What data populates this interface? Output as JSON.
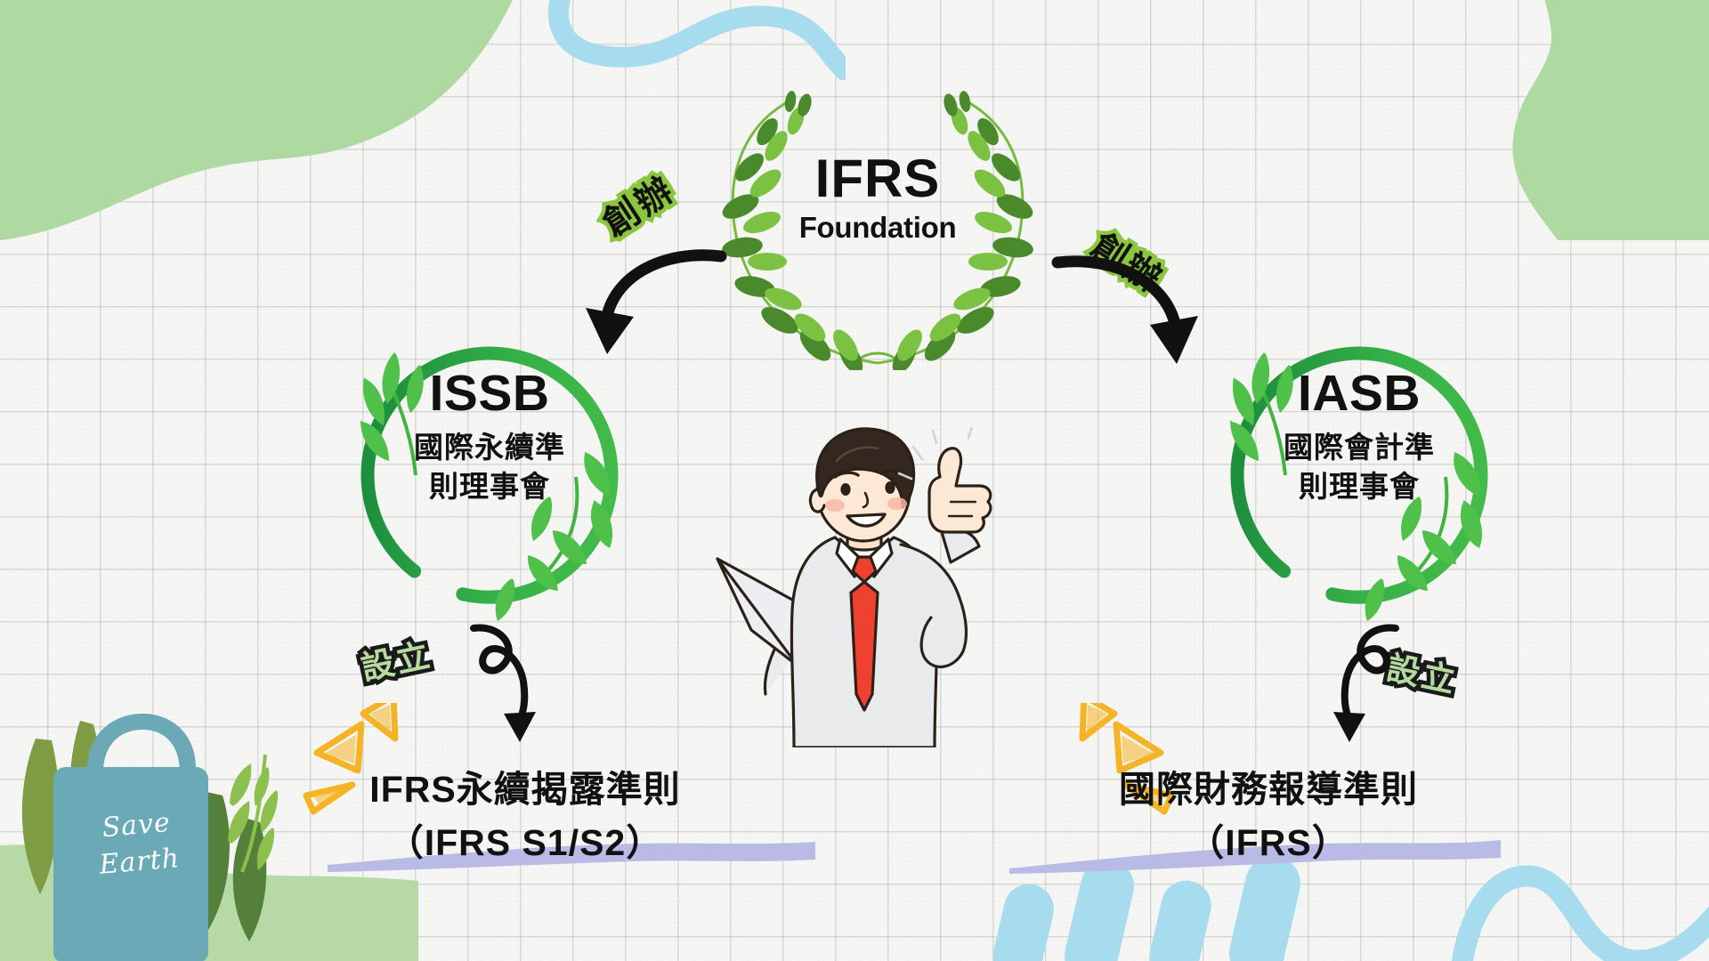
{
  "emblem": {
    "title": "IFRS",
    "subtitle": "Foundation",
    "icon": "laurel-wreath-icon"
  },
  "connectors": {
    "found_left_label": "創辦",
    "found_right_label": "創辦",
    "estab_left_label": "設立",
    "estab_right_label": "設立",
    "arrow_icon": "curved-arrow-icon"
  },
  "orgs": [
    {
      "id": "issb",
      "abbr": "ISSB",
      "name_line1": "國際永續準",
      "name_line2": "則理事會",
      "ring_color": "#2aa745",
      "ring_color_light": "#49bf4b"
    },
    {
      "id": "iasb",
      "abbr": "IASB",
      "name_line1": "國際會計準",
      "name_line2": "則理事會",
      "ring_color": "#2aa745",
      "ring_color_light": "#49bf4b"
    }
  ],
  "standards": [
    {
      "id": "ifrs-sustainability",
      "line1": "IFRS永續揭露準則",
      "line2": "（IFRS S1/S2）"
    },
    {
      "id": "ifrs-financial",
      "line1": "國際財務報導準則",
      "line2": "（IFRS）"
    }
  ],
  "person": {
    "icon": "businessman-thumbs-up-icon",
    "tie_color": "#ef4130",
    "shirt_color": "#e9eaec"
  },
  "tote": {
    "line1": "Save",
    "line2": "Earth",
    "bag_color": "#6aa9b5",
    "icon": "tote-bag-icon"
  },
  "palette": {
    "background": "#f5f5f3",
    "grid_line": "#c9c9c9",
    "blob_green": "#aed9a0",
    "blob_green_dark": "#9ccf8e",
    "wave_blue": "#a7dcef",
    "underline_purple": "#b9bbe6",
    "sparkle_yellow": "#f5b426",
    "sticker_green": "#8cc63e",
    "sticker_mint": "#b6dba0",
    "leaf_green": "#4caf50",
    "wreath_dark": "#4b8a2c",
    "wreath_light": "#7cc242"
  }
}
